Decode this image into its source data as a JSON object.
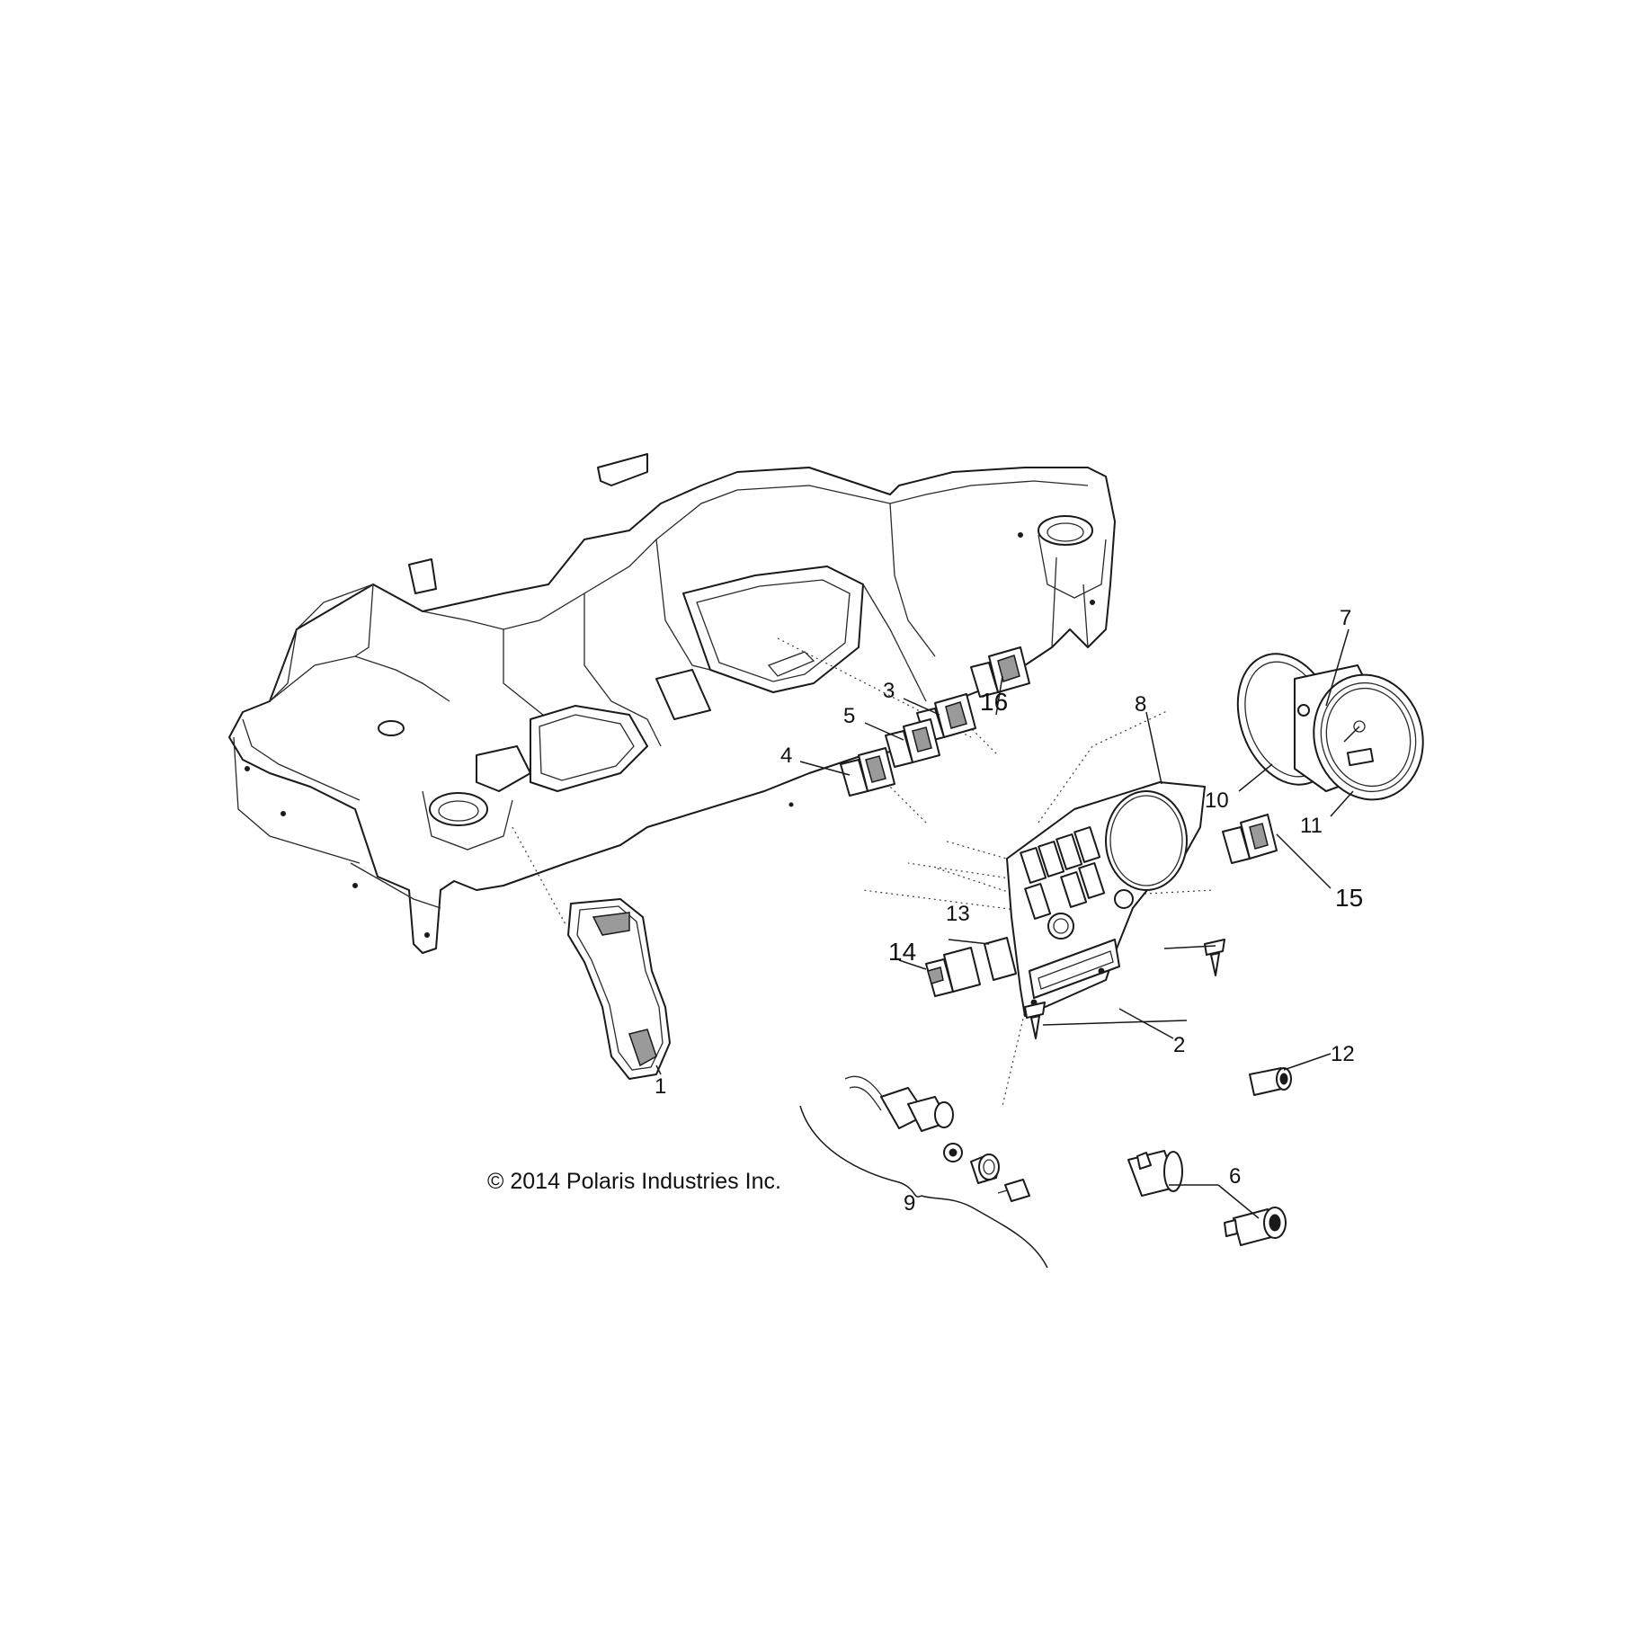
{
  "diagram": {
    "copyright": "© 2014 Polaris Industries Inc.",
    "callouts": {
      "c1": "1",
      "c2": "2",
      "c3": "3",
      "c4": "4",
      "c5": "5",
      "c6": "6",
      "c7": "7",
      "c8": "8",
      "c9": "9",
      "c10": "10",
      "c11": "11",
      "c12": "12",
      "c13": "13",
      "c14": "14",
      "c15": "15",
      "c16": "16"
    }
  }
}
